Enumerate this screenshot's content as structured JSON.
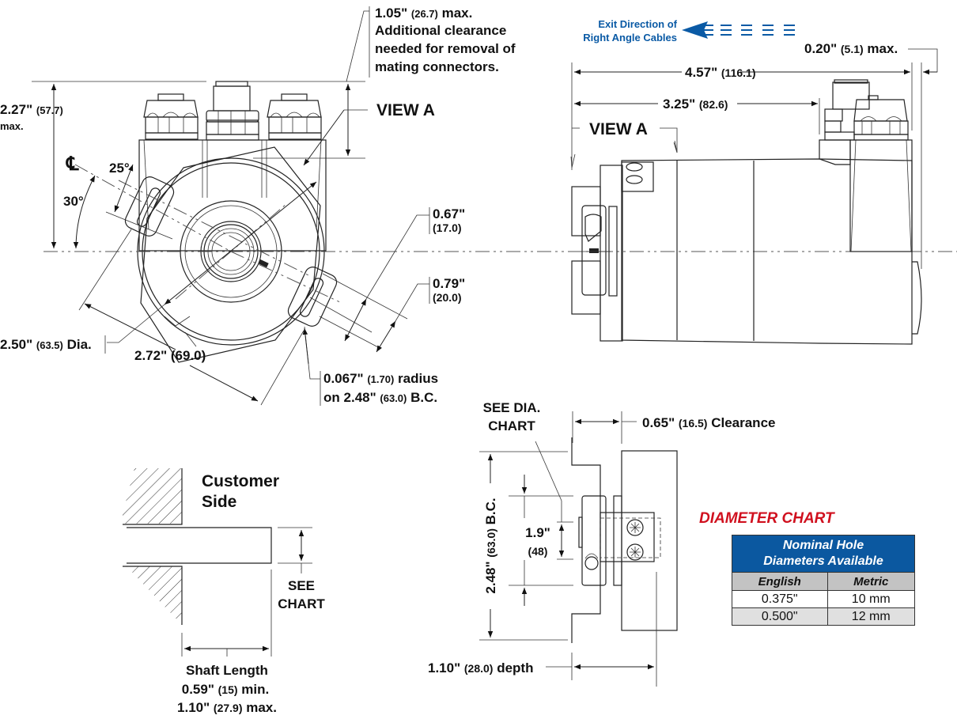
{
  "front_view": {
    "connector_clearance": {
      "inch": "1.05\"",
      "mm": "(26.7)",
      "suffix": "max.",
      "note_lines": [
        "Additional clearance",
        "needed for removal of",
        "mating connectors."
      ]
    },
    "height": {
      "inch": "2.27\"",
      "mm": "(57.7)",
      "suffix": "max."
    },
    "view_label": "VIEW A",
    "centerline_symbol": "℄",
    "angle_upper": "25°",
    "angle_lower": "30°",
    "dim_067": {
      "inch": "0.67\"",
      "mm": "(17.0)"
    },
    "dim_079": {
      "inch": "0.79\"",
      "mm": "(20.0)"
    },
    "dia": {
      "inch": "2.50\"",
      "mm": "(63.5)",
      "suffix": "Dia."
    },
    "width": {
      "inch": "2.72\"",
      "mm": "(69.0)"
    },
    "slot_radius": {
      "inch": "0.067\"",
      "mm": "(1.70)",
      "suffix": "radius",
      "line2_prefix": "on",
      "bc_inch": "2.48\"",
      "bc_mm": "(63.0)",
      "bc_suffix": "B.C."
    }
  },
  "side_view": {
    "exit_label_lines": [
      "Exit Direction of",
      "Right Angle Cables"
    ],
    "exit_color": "#0a5aa5",
    "protrusion": {
      "inch": "0.20\"",
      "mm": "(5.1)",
      "suffix": "max."
    },
    "overall_length": {
      "inch": "4.57\"",
      "mm": "(116.1)"
    },
    "body_length": {
      "inch": "3.25\"",
      "mm": "(82.6)"
    },
    "view_label": "VIEW A"
  },
  "shaft_detail": {
    "title_lines": [
      "Customer",
      "Side"
    ],
    "see_chart_lines": [
      "SEE",
      "CHART"
    ],
    "label": "Shaft Length",
    "min": {
      "inch": "0.59\"",
      "mm": "(15)",
      "suffix": "min."
    },
    "max": {
      "inch": "1.10\"",
      "mm": "(27.9)",
      "suffix": "max."
    }
  },
  "mount_detail": {
    "see_dia_lines": [
      "SEE DIA.",
      "CHART"
    ],
    "clearance": {
      "inch": "0.65\"",
      "mm": "(16.5)",
      "suffix": "Clearance"
    },
    "bc": {
      "inch": "2.48\"",
      "mm": "(63.0)",
      "suffix": "B.C."
    },
    "inner": {
      "inch": "1.9\"",
      "mm": "(48)"
    },
    "depth": {
      "inch": "1.10\"",
      "mm": "(28.0)",
      "suffix": "depth"
    }
  },
  "diameter_chart": {
    "title": "DIAMETER CHART",
    "title_color": "#d0101e",
    "header_lines": [
      "Nominal Hole",
      "Diameters Available"
    ],
    "header_color": "#0b58a0",
    "columns": [
      "English",
      "Metric"
    ],
    "rows": [
      [
        "0.375\"",
        "10 mm"
      ],
      [
        "0.500\"",
        "12 mm"
      ]
    ]
  }
}
